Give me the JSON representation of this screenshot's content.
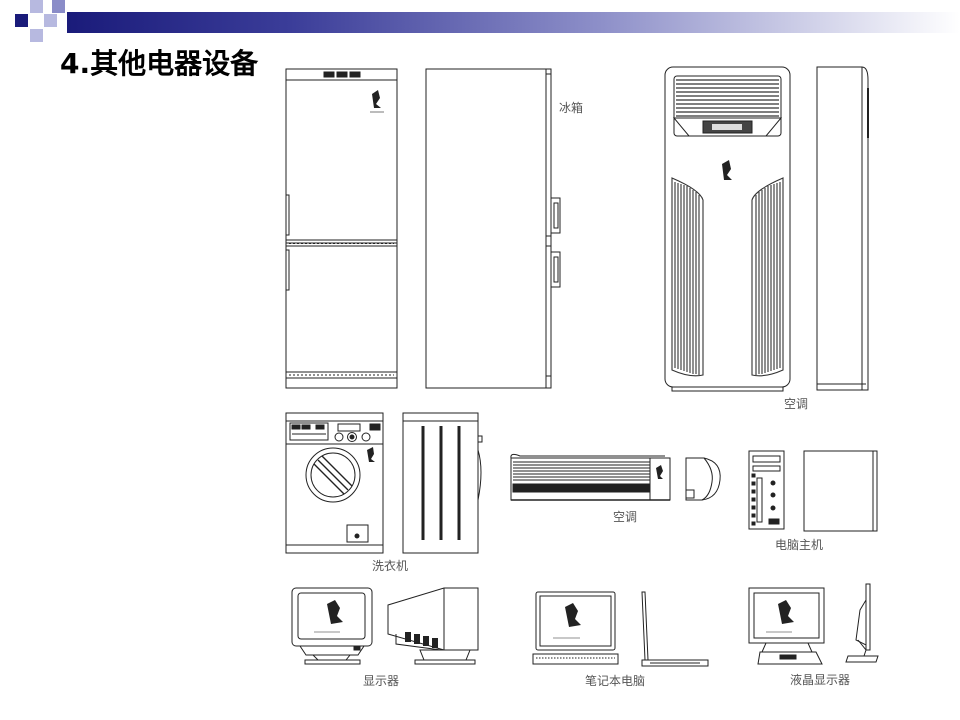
{
  "slide": {
    "title": "4.其他电器设备",
    "accent_colors": {
      "dark": "#1a1b7a",
      "mid": "#5a5cb0",
      "light": "#a9abd9"
    }
  },
  "labels": {
    "fridge": "冰箱",
    "ac_floor": "空调",
    "washer": "洗衣机",
    "ac_split": "空调",
    "pc_tower": "电脑主机",
    "crt_monitor": "显示器",
    "laptop": "笔记本电脑",
    "lcd_monitor": "液晶显示器"
  }
}
